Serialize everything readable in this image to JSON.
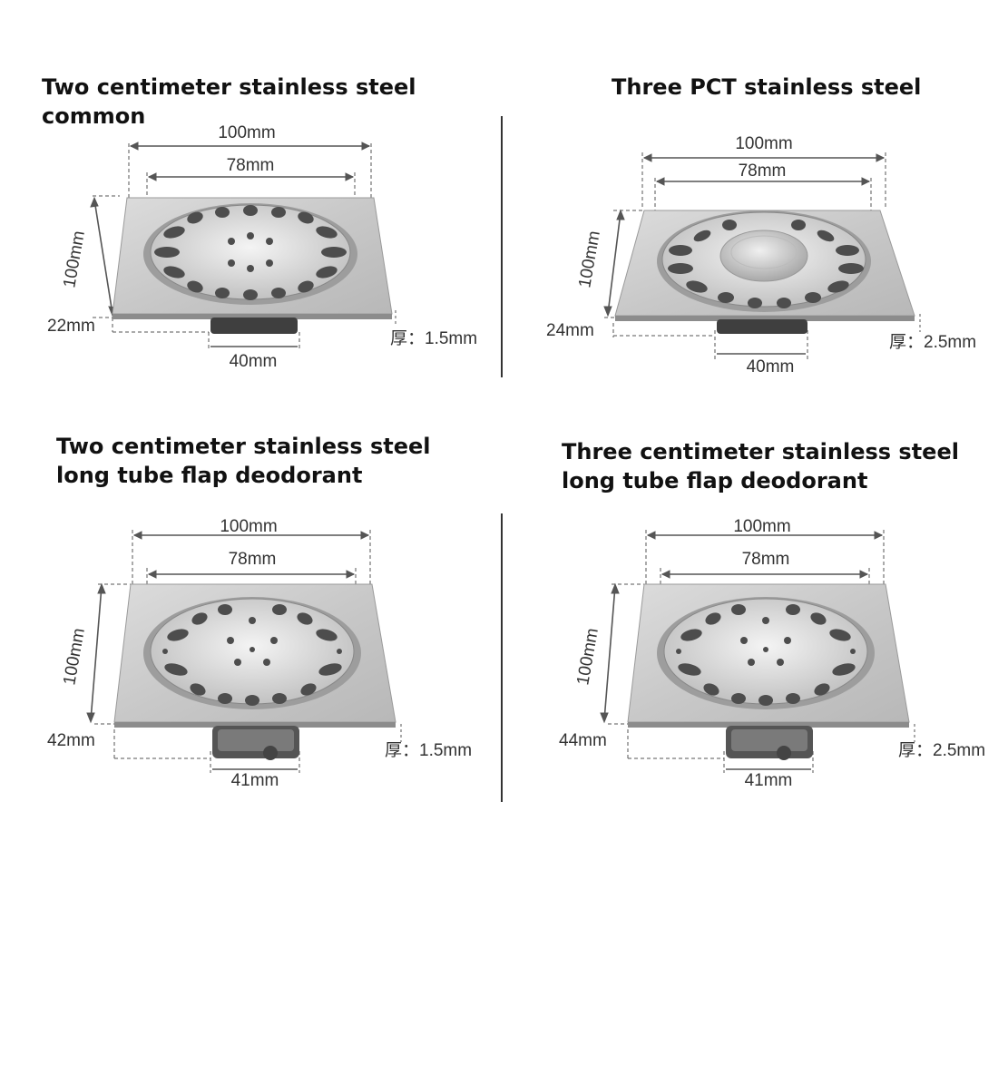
{
  "products": [
    {
      "title": "Two centimeter stainless steel common",
      "outer_width": "100mm",
      "inner_width": "78mm",
      "height": "100mm",
      "depth": "22mm",
      "pipe": "40mm",
      "thickness": "厚：1.5mm",
      "grate_style": "common"
    },
    {
      "title": "Three PCT stainless steel",
      "outer_width": "100mm",
      "inner_width": "78mm",
      "height": "100mm",
      "depth": "24mm",
      "pipe": "40mm",
      "thickness": "厚：2.5mm",
      "grate_style": "pct"
    },
    {
      "title": "Two centimeter stainless steel long tube flap deodorant",
      "outer_width": "100mm",
      "inner_width": "78mm",
      "height": "100mm",
      "depth": "42mm",
      "pipe": "41mm",
      "thickness": "厚：1.5mm",
      "grate_style": "flap"
    },
    {
      "title": "Three centimeter stainless steel long tube flap deodorant",
      "outer_width": "100mm",
      "inner_width": "78mm",
      "height": "100mm",
      "depth": "44mm",
      "pipe": "41mm",
      "thickness": "厚：2.5mm",
      "grate_style": "flap"
    }
  ]
}
